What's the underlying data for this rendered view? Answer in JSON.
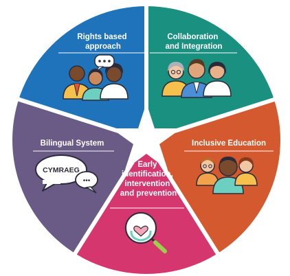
{
  "segments": [
    {
      "key": "rights",
      "lines": [
        "Rights based",
        "approach"
      ],
      "color": "#1f73bb"
    },
    {
      "key": "collab",
      "lines": [
        "Collaboration",
        "and Integration"
      ],
      "color": "#1a9080"
    },
    {
      "key": "inclusive",
      "lines": [
        "Inclusive Education"
      ],
      "color": "#d4592e"
    },
    {
      "key": "early",
      "lines": [
        "Early",
        "identification,",
        "intervention",
        "and prevention"
      ],
      "color": "#d6366e"
    },
    {
      "key": "bilingual",
      "lines": [
        "Bilingual System"
      ],
      "color": "#6a5a86"
    }
  ],
  "bubble_text": "CYMRAEG",
  "bubble_dots": "•••"
}
